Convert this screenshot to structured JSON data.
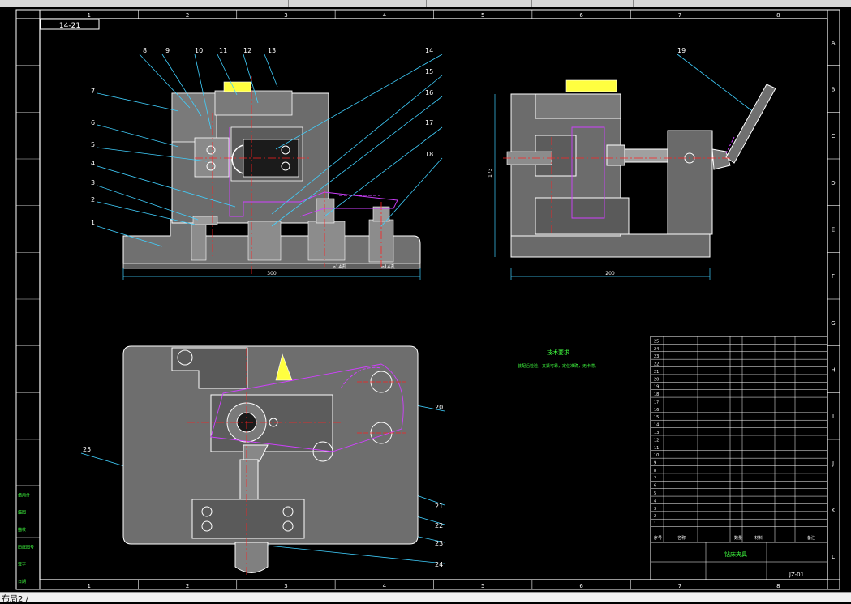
{
  "status": {
    "layout_tab": "布局2 /"
  },
  "border": {
    "columns": [
      "1",
      "2",
      "3",
      "4",
      "5",
      "6",
      "7",
      "8"
    ],
    "rows": [
      "A",
      "B",
      "C",
      "D",
      "E",
      "F",
      "G",
      "H",
      "I",
      "J",
      "K",
      "L"
    ]
  },
  "drawing": {
    "corner_code": "14-21",
    "front_callouts": [
      "1",
      "2",
      "3",
      "4",
      "5",
      "6",
      "7",
      "8",
      "9",
      "10",
      "11",
      "12",
      "13",
      "14",
      "15",
      "16",
      "17",
      "18"
    ],
    "side_callout": "19",
    "plan_callouts": [
      "20",
      "21",
      "22",
      "23",
      "24",
      "25"
    ],
    "dim_front_width": "300",
    "dim_side_width": "200",
    "dim_side_height": "173",
    "dim_hole_left": "⌀14孔",
    "dim_hole_right": "⌀14孔",
    "note_title": "技术要求",
    "note_body": "装配后检验，夹紧可靠，定位准确，无卡滞。"
  },
  "bom": {
    "row_numbers": [
      "25",
      "24",
      "23",
      "22",
      "21",
      "20",
      "19",
      "18",
      "17",
      "16",
      "15",
      "14",
      "13",
      "12",
      "11",
      "10",
      "9",
      "8",
      "7",
      "6",
      "5",
      "4",
      "3",
      "2",
      "1"
    ],
    "header": [
      "序号",
      "名称",
      "数量",
      "材料",
      "备注"
    ],
    "title": "钻床夹具",
    "drawing_no": "JZ-01"
  },
  "left_panel": {
    "labels": [
      "借用件",
      "描图",
      "描校",
      "旧底图号",
      "签字",
      "日期"
    ]
  },
  "colors": {
    "outline": "#ffffff",
    "centerline": "#ff2020",
    "hidden": "#d040ff",
    "callout": "#40d0ff",
    "dim": "#40d0ff",
    "hatch": "#ffff40",
    "border": "#ffffff",
    "text_green": "#40ff40",
    "metal": "#707070"
  }
}
